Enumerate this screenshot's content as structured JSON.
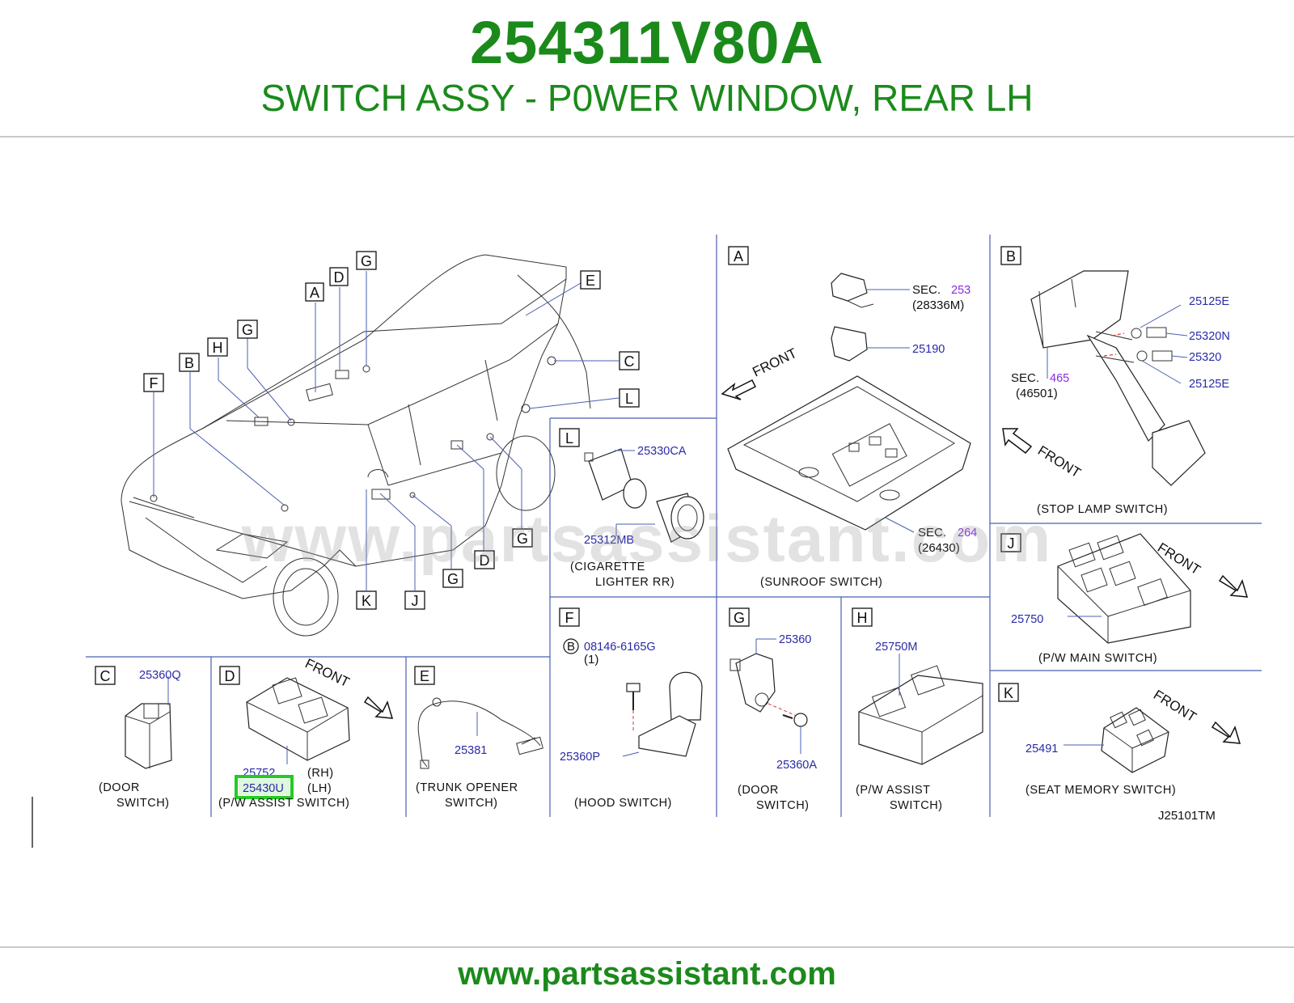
{
  "header": {
    "part_number": "254311V80A",
    "title": "SWITCH ASSY - P0WER WINDOW, REAR LH"
  },
  "footer": {
    "url": "www.partsassistant.com"
  },
  "watermark": "www.partsassistant.com",
  "colors": {
    "brand_green": "#1b8a1b",
    "part_link_blue": "#2a2aa8",
    "section_purple": "#8a2be2",
    "highlight_green": "#22cc22",
    "line_blue": "#4a5fb0"
  },
  "diagram": {
    "code": "J25101TM",
    "overview_letters": [
      "A",
      "D",
      "G",
      "E",
      "C",
      "L",
      "B",
      "H",
      "G",
      "F",
      "K",
      "J",
      "G",
      "D",
      "G"
    ],
    "panels": {
      "A": {
        "letter": "A",
        "front": "FRONT",
        "sec1_label": "SEC.",
        "sec1_num": "253",
        "sec1_ref": "(28336M)",
        "part1": "25190",
        "sec2_label": "SEC.",
        "sec2_num": "264",
        "sec2_ref": "(26430)",
        "caption1": "(SUNROOF   SWITCH)"
      },
      "B": {
        "letter": "B",
        "front": "FRONT",
        "p1": "25125E",
        "p2": "25320N",
        "p3": "25320",
        "p4": "25125E",
        "sec_label": "SEC.",
        "sec_num": "465",
        "sec_ref": "(46501)",
        "caption1": "(STOP   LAMP   SWITCH)"
      },
      "L": {
        "letter": "L",
        "p1": "25330CA",
        "p2": "25312MB",
        "caption1": "(CIGARETTE",
        "caption2": "LIGHTER   RR)"
      },
      "J": {
        "letter": "J",
        "front": "FRONT",
        "p1": "25750",
        "caption1": "(P/W   MAIN   SWITCH)"
      },
      "C": {
        "letter": "C",
        "p1": "25360Q",
        "caption1": "(DOOR",
        "caption2": "SWITCH)"
      },
      "D": {
        "letter": "D",
        "front": "FRONT",
        "p1": "25752",
        "p1_side": "(RH)",
        "p2": "25430U",
        "p2_side": "(LH)",
        "caption1": "(P/W   ASSIST   SWITCH)"
      },
      "E": {
        "letter": "E",
        "p1": "25381",
        "caption1": "(TRUNK   OPENER",
        "caption2": "SWITCH)"
      },
      "F": {
        "letter": "F",
        "bolt_marker": "B",
        "p1": "08146-6165G",
        "qty": "(1)",
        "p2": "25360P",
        "caption1": "(HOOD   SWITCH)"
      },
      "G": {
        "letter": "G",
        "p1": "25360",
        "p2": "25360A",
        "caption1": "(DOOR",
        "caption2": "SWITCH)"
      },
      "H": {
        "letter": "H",
        "p1": "25750M",
        "caption1": "(P/W   ASSIST",
        "caption2": "SWITCH)"
      },
      "K": {
        "letter": "K",
        "front": "FRONT",
        "p1": "25491",
        "caption1": "(SEAT   MEMORY   SWITCH)"
      }
    }
  }
}
